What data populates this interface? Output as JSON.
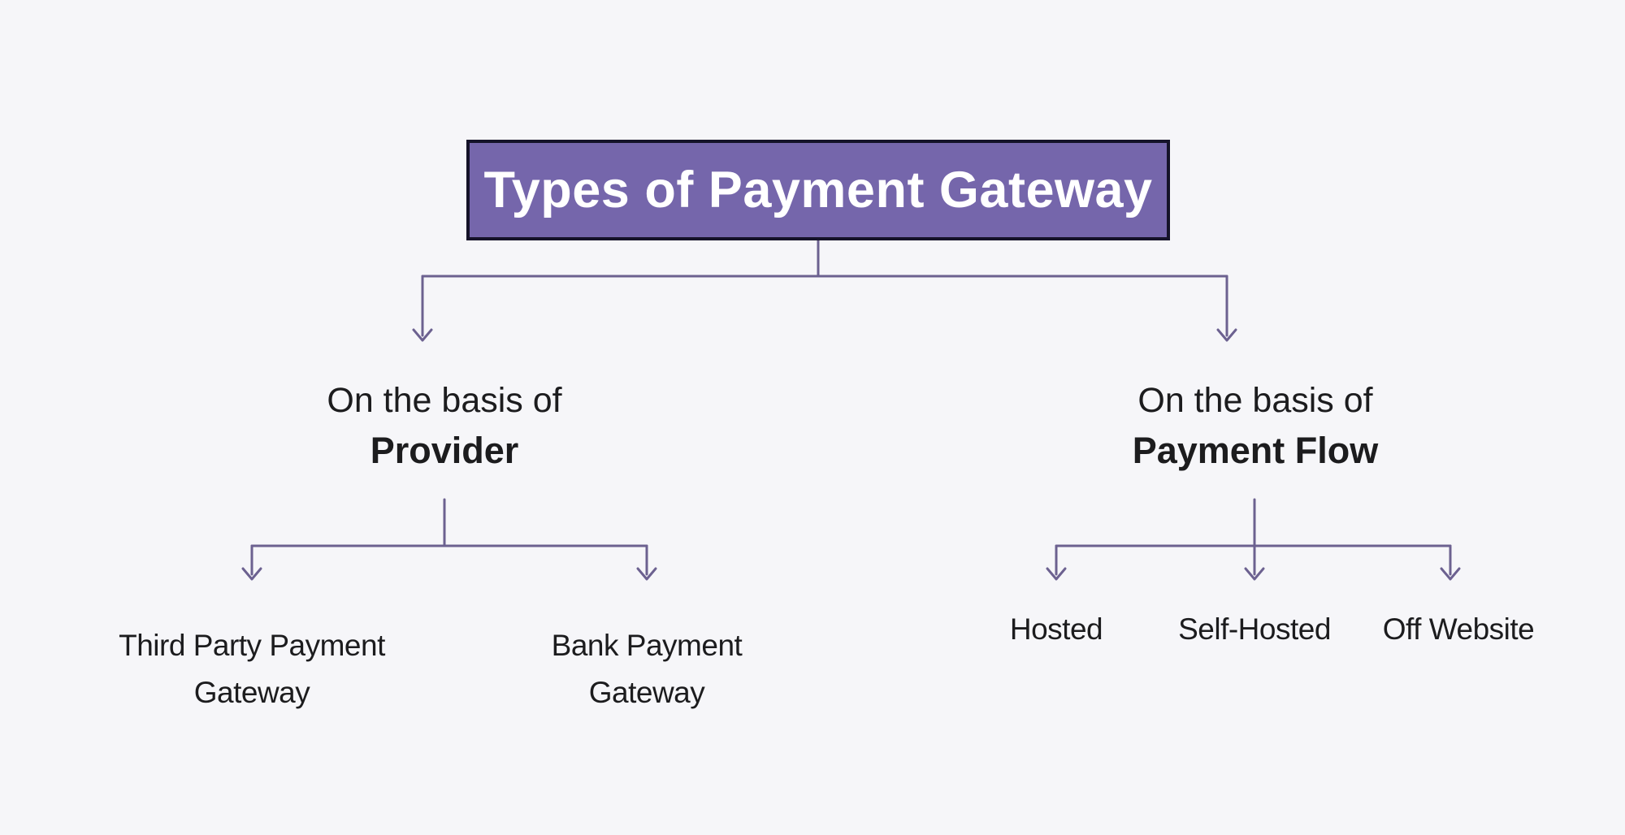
{
  "diagram": {
    "title": "Types of Payment Gateway",
    "branches": [
      {
        "prefix": "On the basis of",
        "name": "Provider",
        "children": [
          {
            "lines": [
              "Third Party Payment",
              "Gateway"
            ]
          },
          {
            "lines": [
              "Bank Payment",
              "Gateway"
            ]
          }
        ]
      },
      {
        "prefix": "On the basis of",
        "name": "Payment Flow",
        "children": [
          {
            "lines": [
              "Hosted"
            ]
          },
          {
            "lines": [
              "Self-Hosted"
            ]
          },
          {
            "lines": [
              "Off Website"
            ]
          }
        ]
      }
    ],
    "colors": {
      "background": "#f6f6f9",
      "title_fill": "#7566ab",
      "title_border": "#151329",
      "title_text": "#ffffff",
      "connector": "#6c6190",
      "text": "#1c1c1e"
    }
  }
}
